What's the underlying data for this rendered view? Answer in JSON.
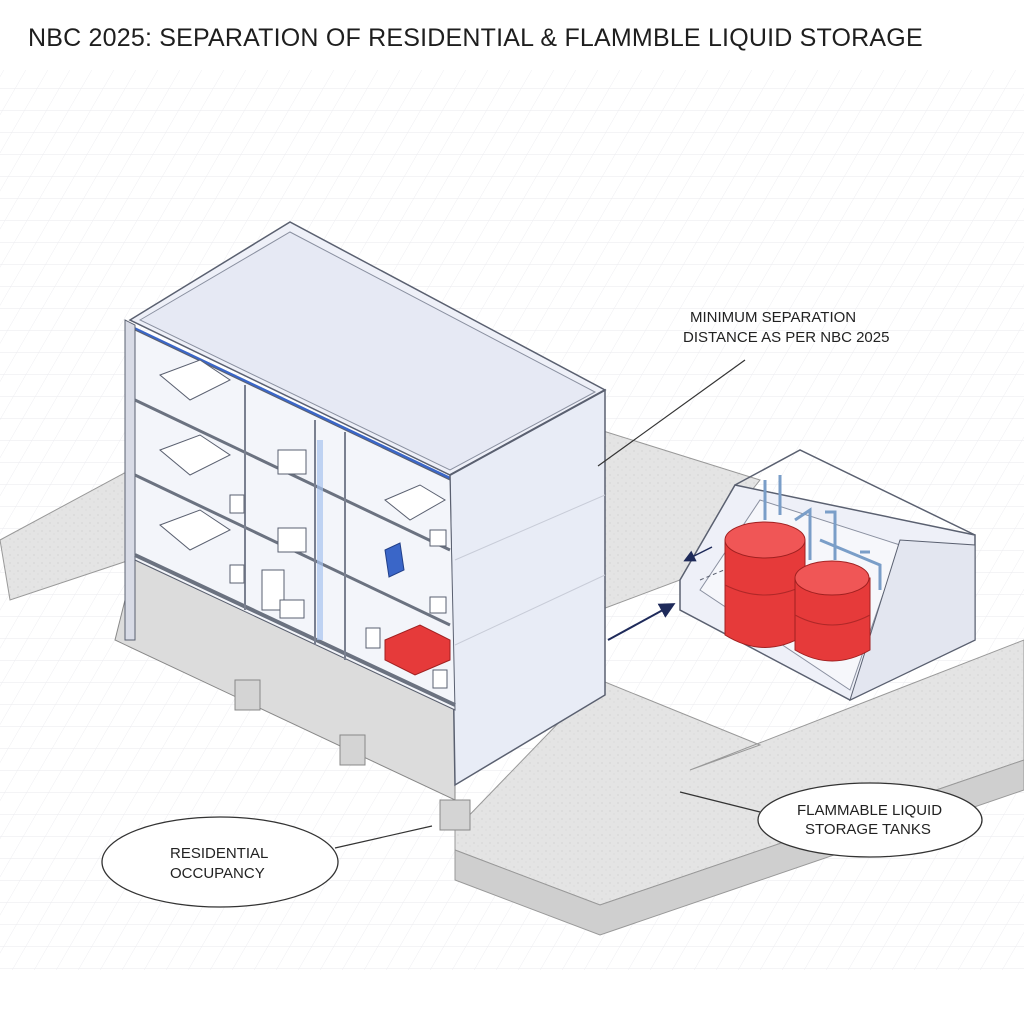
{
  "title": "NBC 2025: SEPARATION OF RESIDENTIAL & FLAMMBLE LIQUID STORAGE",
  "labels": {
    "separation_line1": "MINIMUM SEPARATION",
    "separation_line2": "DISTANCE AS PER NBC 2025",
    "residential_line1": "RESIDENTIAL",
    "residential_line2": "OCCUPANCY",
    "tanks_line1": "FLAMMABLE LIQUID",
    "tanks_line2": "STORAGE TANKS"
  },
  "colors": {
    "tank_red": "#e63a3a",
    "accent_blue": "#3a66c8",
    "slab": "#e2e2e2",
    "wall": "#e8ecf6",
    "line": "#6b7280"
  }
}
